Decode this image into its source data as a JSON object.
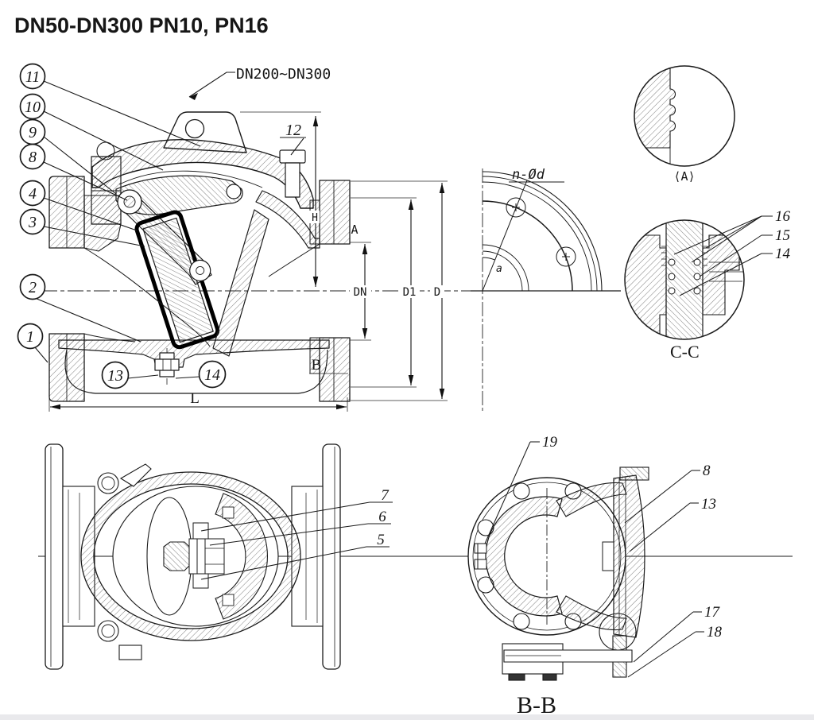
{
  "title": "DN50-DN300 PN10, PN16",
  "main": {
    "callouts_left": [
      "11",
      "10",
      "9",
      "8",
      "4",
      "3",
      "2",
      "1"
    ],
    "callouts_bottom": [
      "13",
      "14"
    ],
    "labels": {
      "dn_range": "DN200~DN300",
      "plug": "12"
    },
    "dims": {
      "h": "H",
      "a": "A",
      "dn": "DN",
      "d1": "D1",
      "d": "D",
      "l": "L",
      "b": "B"
    }
  },
  "flange_view": {
    "bolt_pattern": "n-Ød",
    "angle": "a"
  },
  "detail_a": {
    "caption": "⟨A⟩"
  },
  "detail_cc": {
    "caption": "C-C",
    "callouts": [
      "16",
      "15",
      "14"
    ]
  },
  "section_bb": {
    "caption": "B-B",
    "callouts": [
      "19",
      "8",
      "13",
      "17",
      "18"
    ]
  },
  "front_view": {
    "callouts": [
      "7",
      "6",
      "5"
    ]
  }
}
